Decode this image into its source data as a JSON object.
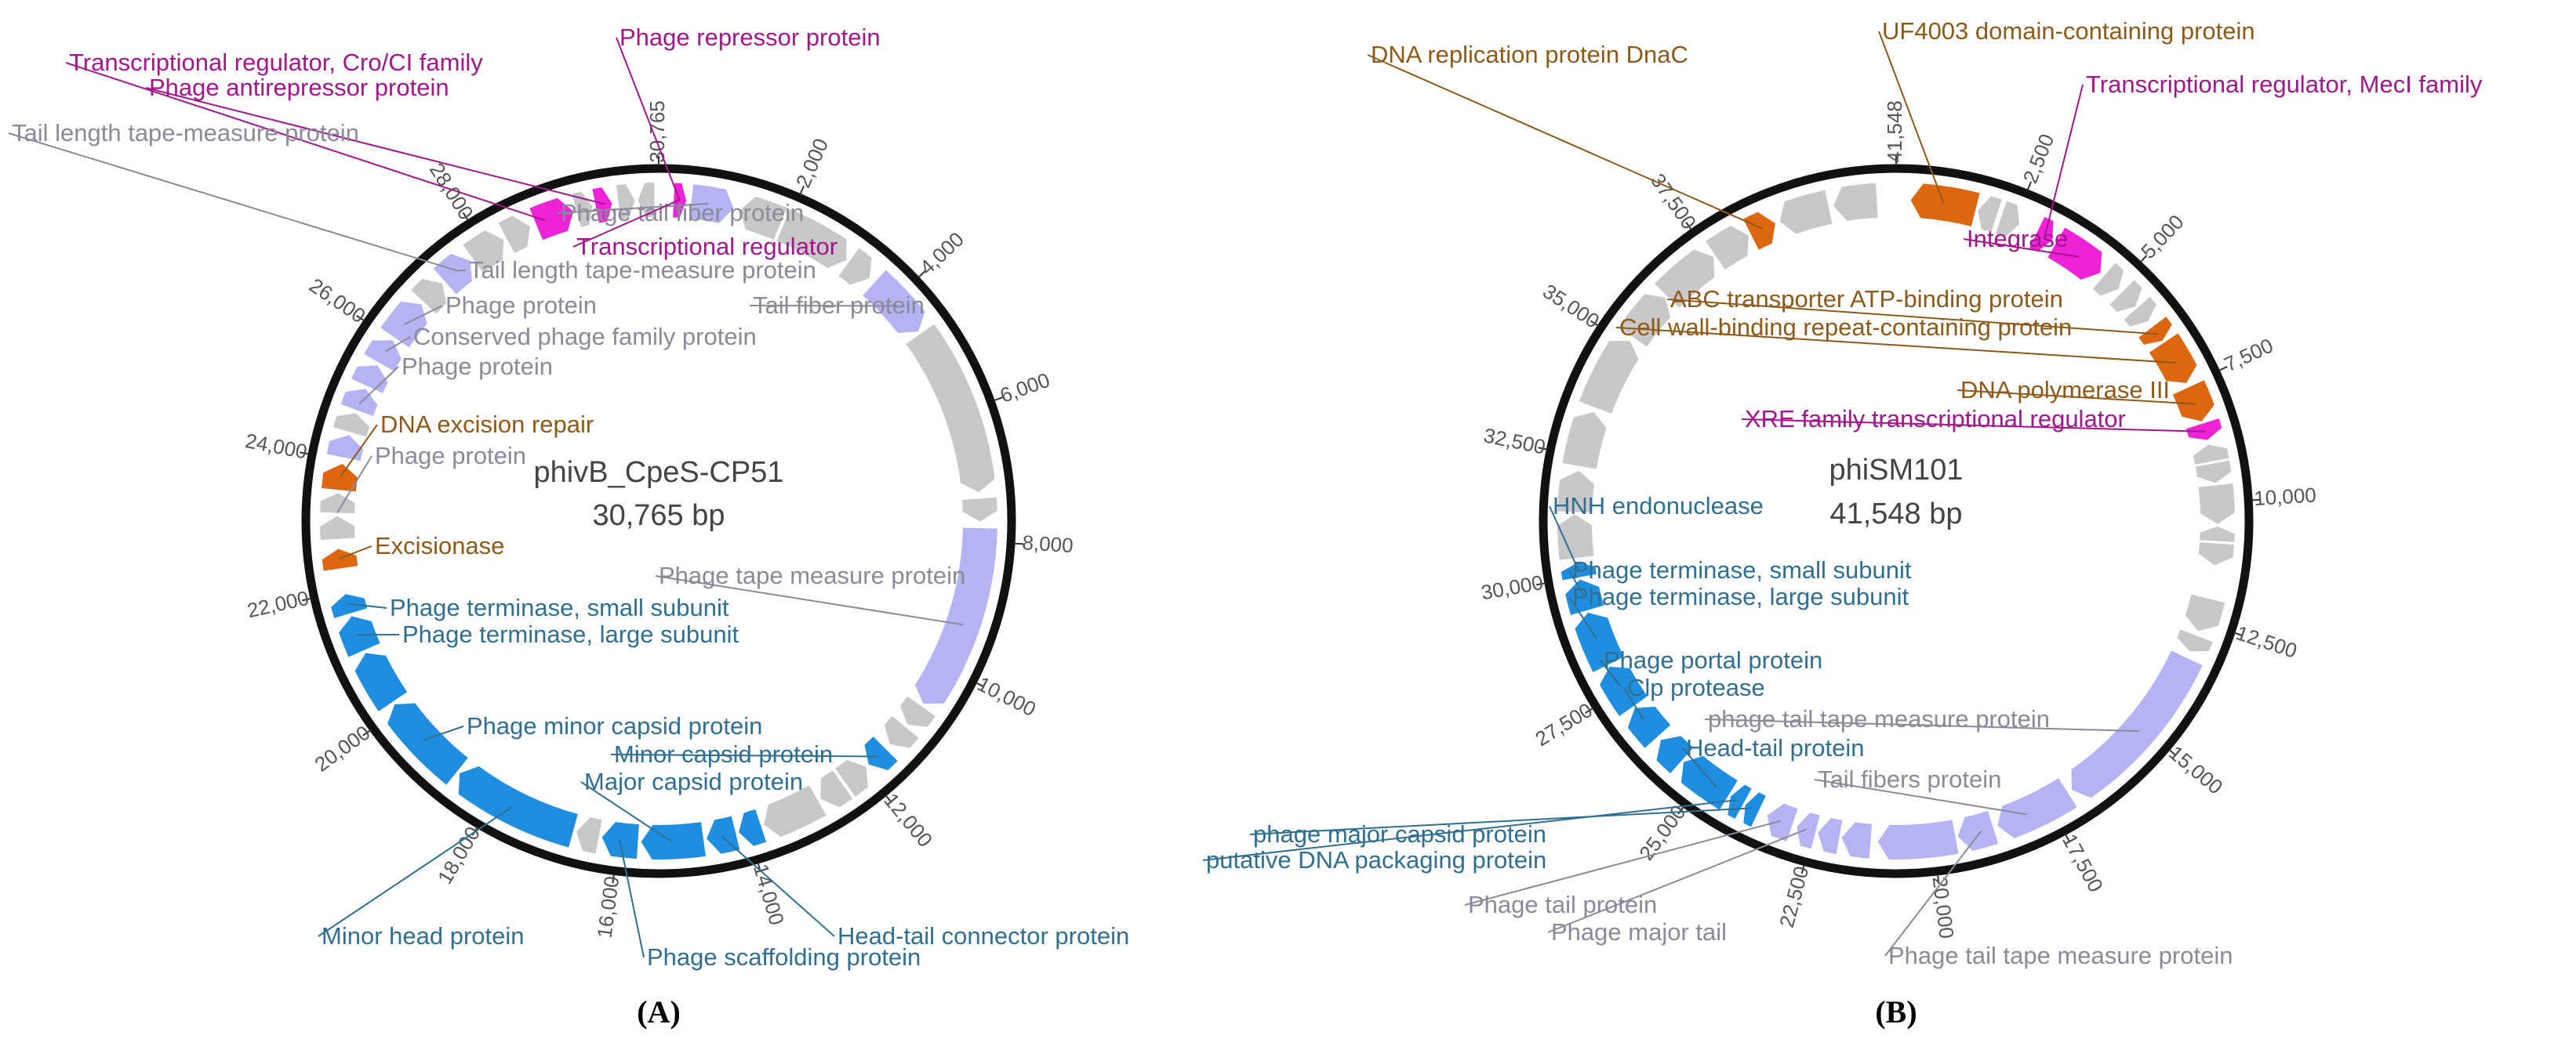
{
  "colors": {
    "structural": "#b4b4f2",
    "hypothetical": "#c8c8c8",
    "packaging": "#1f8ee0",
    "regulatory": "#ee22d6",
    "dna": "#dd6611",
    "label_structural": "#8a8a9a",
    "label_packaging": "#2f6f92",
    "label_regulatory": "#a4168c",
    "label_dna": "#8f5a18",
    "backbone": "#111111"
  },
  "panels": [
    {
      "id": "A",
      "caption": "(A)",
      "name": "phivB_CpeS-CP51",
      "length_label": "30,765 bp",
      "length": 30765,
      "ticks": [
        "30,765",
        "2,000",
        "4,000",
        "6,000",
        "8,000",
        "10,000",
        "12,000",
        "14,000",
        "16,000",
        "18,000",
        "20,000",
        "22,000",
        "24,000",
        "26,000",
        "28,000"
      ],
      "tick_positions": [
        0,
        2000,
        4000,
        6000,
        8000,
        10000,
        12000,
        14000,
        16000,
        18000,
        20000,
        22000,
        24000,
        26000,
        28000
      ],
      "features": [
        {
          "start": 230,
          "end": 420,
          "strand": 1,
          "cat": "regulatory"
        },
        {
          "start": 500,
          "end": 1150,
          "strand": 1,
          "cat": "structural"
        },
        {
          "start": 1250,
          "end": 1900,
          "strand": -1,
          "cat": "hypothetical"
        },
        {
          "start": 1950,
          "end": 3050,
          "strand": 1,
          "cat": "hypothetical"
        },
        {
          "start": 3100,
          "end": 3500,
          "strand": 1,
          "cat": "hypothetical"
        },
        {
          "start": 3600,
          "end": 4600,
          "strand": 1,
          "cat": "structural"
        },
        {
          "start": 4650,
          "end": 7250,
          "strand": 1,
          "cat": "hypothetical"
        },
        {
          "start": 7350,
          "end": 7700,
          "strand": 1,
          "cat": "hypothetical"
        },
        {
          "start": 7800,
          "end": 10650,
          "strand": 1,
          "cat": "structural"
        },
        {
          "start": 10700,
          "end": 11050,
          "strand": 1,
          "cat": "hypothetical"
        },
        {
          "start": 11100,
          "end": 11450,
          "strand": 1,
          "cat": "hypothetical"
        },
        {
          "start": 11550,
          "end": 11900,
          "strand": 1,
          "cat": "packaging"
        },
        {
          "start": 11950,
          "end": 12350,
          "strand": -1,
          "cat": "hypothetical"
        },
        {
          "start": 12400,
          "end": 12800,
          "strand": 1,
          "cat": "hypothetical"
        },
        {
          "start": 12850,
          "end": 13750,
          "strand": 1,
          "cat": "hypothetical"
        },
        {
          "start": 13800,
          "end": 14150,
          "strand": 1,
          "cat": "packaging"
        },
        {
          "start": 14200,
          "end": 14650,
          "strand": 1,
          "cat": "packaging"
        },
        {
          "start": 14700,
          "end": 15650,
          "strand": 1,
          "cat": "packaging"
        },
        {
          "start": 15700,
          "end": 16250,
          "strand": 1,
          "cat": "packaging"
        },
        {
          "start": 16300,
          "end": 16650,
          "strand": 1,
          "cat": "hypothetical"
        },
        {
          "start": 16700,
          "end": 18650,
          "strand": 1,
          "cat": "packaging"
        },
        {
          "start": 18700,
          "end": 20100,
          "strand": 1,
          "cat": "packaging"
        },
        {
          "start": 20150,
          "end": 21000,
          "strand": 1,
          "cat": "packaging"
        },
        {
          "start": 21050,
          "end": 21600,
          "strand": 1,
          "cat": "packaging"
        },
        {
          "start": 21650,
          "end": 21950,
          "strand": 1,
          "cat": "packaging"
        },
        {
          "start": 22350,
          "end": 22650,
          "strand": 1,
          "cat": "dna"
        },
        {
          "start": 22800,
          "end": 23150,
          "strand": 1,
          "cat": "hypothetical"
        },
        {
          "start": 23200,
          "end": 23500,
          "strand": 1,
          "cat": "hypothetical"
        },
        {
          "start": 23550,
          "end": 23950,
          "strand": 1,
          "cat": "dna"
        },
        {
          "start": 24050,
          "end": 24400,
          "strand": 1,
          "cat": "structural"
        },
        {
          "start": 24450,
          "end": 24750,
          "strand": 1,
          "cat": "hypothetical"
        },
        {
          "start": 24800,
          "end": 25150,
          "strand": 1,
          "cat": "structural"
        },
        {
          "start": 25200,
          "end": 25550,
          "strand": 1,
          "cat": "structural"
        },
        {
          "start": 25600,
          "end": 26000,
          "strand": 1,
          "cat": "structural"
        },
        {
          "start": 26050,
          "end": 26700,
          "strand": 1,
          "cat": "structural"
        },
        {
          "start": 26750,
          "end": 27150,
          "strand": 1,
          "cat": "hypothetical"
        },
        {
          "start": 27200,
          "end": 27700,
          "strand": 1,
          "cat": "structural"
        },
        {
          "start": 27750,
          "end": 28300,
          "strand": 1,
          "cat": "hypothetical"
        },
        {
          "start": 28350,
          "end": 28750,
          "strand": 1,
          "cat": "hypothetical"
        },
        {
          "start": 28850,
          "end": 29450,
          "strand": 1,
          "cat": "regulatory"
        },
        {
          "start": 29500,
          "end": 29750,
          "strand": 1,
          "cat": "hypothetical"
        },
        {
          "start": 29800,
          "end": 30050,
          "strand": 1,
          "cat": "regulatory"
        },
        {
          "start": 30150,
          "end": 30400,
          "strand": 1,
          "cat": "hypothetical"
        },
        {
          "start": 30450,
          "end": 30700,
          "strand": -1,
          "cat": "hypothetical"
        }
      ],
      "labels": [
        {
          "text": "Phage repressor protein",
          "cat": "regulatory"
        },
        {
          "text": "Transcriptional regulator, Cro/CI family",
          "cat": "regulatory"
        },
        {
          "text": "Phage antirepressor protein",
          "cat": "regulatory"
        },
        {
          "text": "Tail length tape-measure protein",
          "cat": "structural"
        },
        {
          "text": "Phage tail fiber protein",
          "cat": "structural"
        },
        {
          "text": "Transcriptional regulator",
          "cat": "regulatory"
        },
        {
          "text": "Tail length tape-measure protein",
          "cat": "structural"
        },
        {
          "text": "Phage protein",
          "cat": "structural"
        },
        {
          "text": "Tail fiber protein",
          "cat": "structural"
        },
        {
          "text": "Conserved phage family protein",
          "cat": "structural"
        },
        {
          "text": "Phage protein",
          "cat": "structural"
        },
        {
          "text": "DNA excision repair",
          "cat": "dna"
        },
        {
          "text": "Phage protein",
          "cat": "structural"
        },
        {
          "text": "Excisionase",
          "cat": "dna"
        },
        {
          "text": "Phage tape measure protein",
          "cat": "structural"
        },
        {
          "text": "Phage terminase, small subunit",
          "cat": "packaging"
        },
        {
          "text": "Phage terminase, large subunit",
          "cat": "packaging"
        },
        {
          "text": "Phage minor capsid protein",
          "cat": "packaging"
        },
        {
          "text": "Minor capsid protein",
          "cat": "packaging"
        },
        {
          "text": "Major capsid protein",
          "cat": "packaging"
        },
        {
          "text": "Minor head protein",
          "cat": "packaging"
        },
        {
          "text": "Head-tail connector protein",
          "cat": "packaging"
        },
        {
          "text": "Phage scaffolding protein",
          "cat": "packaging"
        }
      ]
    },
    {
      "id": "B",
      "caption": "(B)",
      "name": "phiSM101",
      "length_label": "41,548 bp",
      "length": 41548,
      "ticks": [
        "41,548",
        "2,500",
        "5,000",
        "7,500",
        "10,000",
        "12,500",
        "15,000",
        "17,500",
        "20,000",
        "22,500",
        "25,000",
        "27,500",
        "30,000",
        "32,500",
        "35,000",
        "37,500"
      ],
      "tick_positions": [
        0,
        2500,
        5000,
        7500,
        10000,
        12500,
        15000,
        17500,
        20000,
        22500,
        25000,
        27500,
        30000,
        32500,
        35000,
        37500
      ],
      "features": [
        {
          "start": 300,
          "end": 1650,
          "strand": -1,
          "cat": "dna"
        },
        {
          "start": 1700,
          "end": 2100,
          "strand": -1,
          "cat": "hypothetical"
        },
        {
          "start": 2200,
          "end": 2600,
          "strand": 1,
          "cat": "hypothetical"
        },
        {
          "start": 3000,
          "end": 3350,
          "strand": 1,
          "cat": "regulatory"
        },
        {
          "start": 3450,
          "end": 4550,
          "strand": 1,
          "cat": "regulatory"
        },
        {
          "start": 4650,
          "end": 5050,
          "strand": 1,
          "cat": "hypothetical"
        },
        {
          "start": 5150,
          "end": 5550,
          "strand": 1,
          "cat": "hypothetical"
        },
        {
          "start": 5600,
          "end": 5950,
          "strand": 1,
          "cat": "hypothetical"
        },
        {
          "start": 6100,
          "end": 6450,
          "strand": 1,
          "cat": "dna"
        },
        {
          "start": 6500,
          "end": 7450,
          "strand": 1,
          "cat": "dna"
        },
        {
          "start": 7550,
          "end": 8300,
          "strand": 1,
          "cat": "dna"
        },
        {
          "start": 8350,
          "end": 8700,
          "strand": 1,
          "cat": "regulatory"
        },
        {
          "start": 8800,
          "end": 9150,
          "strand": -1,
          "cat": "hypothetical"
        },
        {
          "start": 9200,
          "end": 9600,
          "strand": 1,
          "cat": "hypothetical"
        },
        {
          "start": 9650,
          "end": 10450,
          "strand": 1,
          "cat": "hypothetical"
        },
        {
          "start": 10500,
          "end": 10800,
          "strand": -1,
          "cat": "hypothetical"
        },
        {
          "start": 10850,
          "end": 11300,
          "strand": 1,
          "cat": "hypothetical"
        },
        {
          "start": 12000,
          "end": 12700,
          "strand": 1,
          "cat": "hypothetical"
        },
        {
          "start": 12800,
          "end": 13150,
          "strand": 1,
          "cat": "hypothetical"
        },
        {
          "start": 13300,
          "end": 16950,
          "strand": 1,
          "cat": "structural"
        },
        {
          "start": 17050,
          "end": 18650,
          "strand": 1,
          "cat": "structural"
        },
        {
          "start": 18750,
          "end": 19500,
          "strand": 1,
          "cat": "structural"
        },
        {
          "start": 19550,
          "end": 21150,
          "strand": 1,
          "cat": "structural"
        },
        {
          "start": 21300,
          "end": 21900,
          "strand": 1,
          "cat": "structural"
        },
        {
          "start": 21950,
          "end": 22400,
          "strand": 1,
          "cat": "structural"
        },
        {
          "start": 22450,
          "end": 22850,
          "strand": 1,
          "cat": "structural"
        },
        {
          "start": 22950,
          "end": 23500,
          "strand": 1,
          "cat": "structural"
        },
        {
          "start": 23700,
          "end": 24000,
          "strand": 1,
          "cat": "packaging"
        },
        {
          "start": 24050,
          "end": 24350,
          "strand": 1,
          "cat": "packaging"
        },
        {
          "start": 24400,
          "end": 25550,
          "strand": 1,
          "cat": "packaging"
        },
        {
          "start": 25600,
          "end": 26200,
          "strand": 1,
          "cat": "packaging"
        },
        {
          "start": 26300,
          "end": 27050,
          "strand": 1,
          "cat": "packaging"
        },
        {
          "start": 27100,
          "end": 28050,
          "strand": 1,
          "cat": "packaging"
        },
        {
          "start": 28100,
          "end": 29250,
          "strand": 1,
          "cat": "packaging"
        },
        {
          "start": 29300,
          "end": 29950,
          "strand": 1,
          "cat": "packaging"
        },
        {
          "start": 30000,
          "end": 30300,
          "strand": 1,
          "cat": "packaging"
        },
        {
          "start": 30400,
          "end": 31300,
          "strand": 1,
          "cat": "hypothetical"
        },
        {
          "start": 31350,
          "end": 32200,
          "strand": 1,
          "cat": "hypothetical"
        },
        {
          "start": 32300,
          "end": 33450,
          "strand": 1,
          "cat": "hypothetical"
        },
        {
          "start": 33550,
          "end": 35100,
          "strand": 1,
          "cat": "hypothetical"
        },
        {
          "start": 35200,
          "end": 36250,
          "strand": 1,
          "cat": "hypothetical"
        },
        {
          "start": 36300,
          "end": 37550,
          "strand": 1,
          "cat": "hypothetical"
        },
        {
          "start": 37600,
          "end": 38400,
          "strand": 1,
          "cat": "hypothetical"
        },
        {
          "start": 38450,
          "end": 39000,
          "strand": 1,
          "cat": "dna"
        },
        {
          "start": 39100,
          "end": 40150,
          "strand": -1,
          "cat": "hypothetical"
        },
        {
          "start": 40250,
          "end": 41150,
          "strand": -1,
          "cat": "hypothetical"
        }
      ],
      "labels": [
        {
          "text": "DNA replication protein DnaC",
          "cat": "dna"
        },
        {
          "text": "UF4003 domain-containing protein",
          "cat": "dna"
        },
        {
          "text": "Transcriptional regulator, MecI family",
          "cat": "regulatory"
        },
        {
          "text": "Integrase",
          "cat": "regulatory"
        },
        {
          "text": "ABC transporter ATP-binding protein",
          "cat": "dna"
        },
        {
          "text": "Cell wall-binding repeat-containing protein",
          "cat": "dna"
        },
        {
          "text": "DNA polymerase III",
          "cat": "dna"
        },
        {
          "text": "XRE family transcriptional regulator",
          "cat": "regulatory"
        },
        {
          "text": "HNH endonuclease",
          "cat": "packaging"
        },
        {
          "text": "Phage terminase, small subunit",
          "cat": "packaging"
        },
        {
          "text": "Phage terminase, large subunit",
          "cat": "packaging"
        },
        {
          "text": "Phage portal protein",
          "cat": "packaging"
        },
        {
          "text": "Clp protease",
          "cat": "packaging"
        },
        {
          "text": "phage tail tape measure protein",
          "cat": "structural"
        },
        {
          "text": "Head-tail protein",
          "cat": "packaging"
        },
        {
          "text": "Tail fibers protein",
          "cat": "structural"
        },
        {
          "text": "phage major capsid protein",
          "cat": "packaging"
        },
        {
          "text": "putative DNA packaging protein",
          "cat": "packaging"
        },
        {
          "text": "Phage tail protein",
          "cat": "structural"
        },
        {
          "text": "Phage major tail",
          "cat": "structural"
        },
        {
          "text": "Phage tail tape measure protein",
          "cat": "structural"
        }
      ]
    }
  ]
}
